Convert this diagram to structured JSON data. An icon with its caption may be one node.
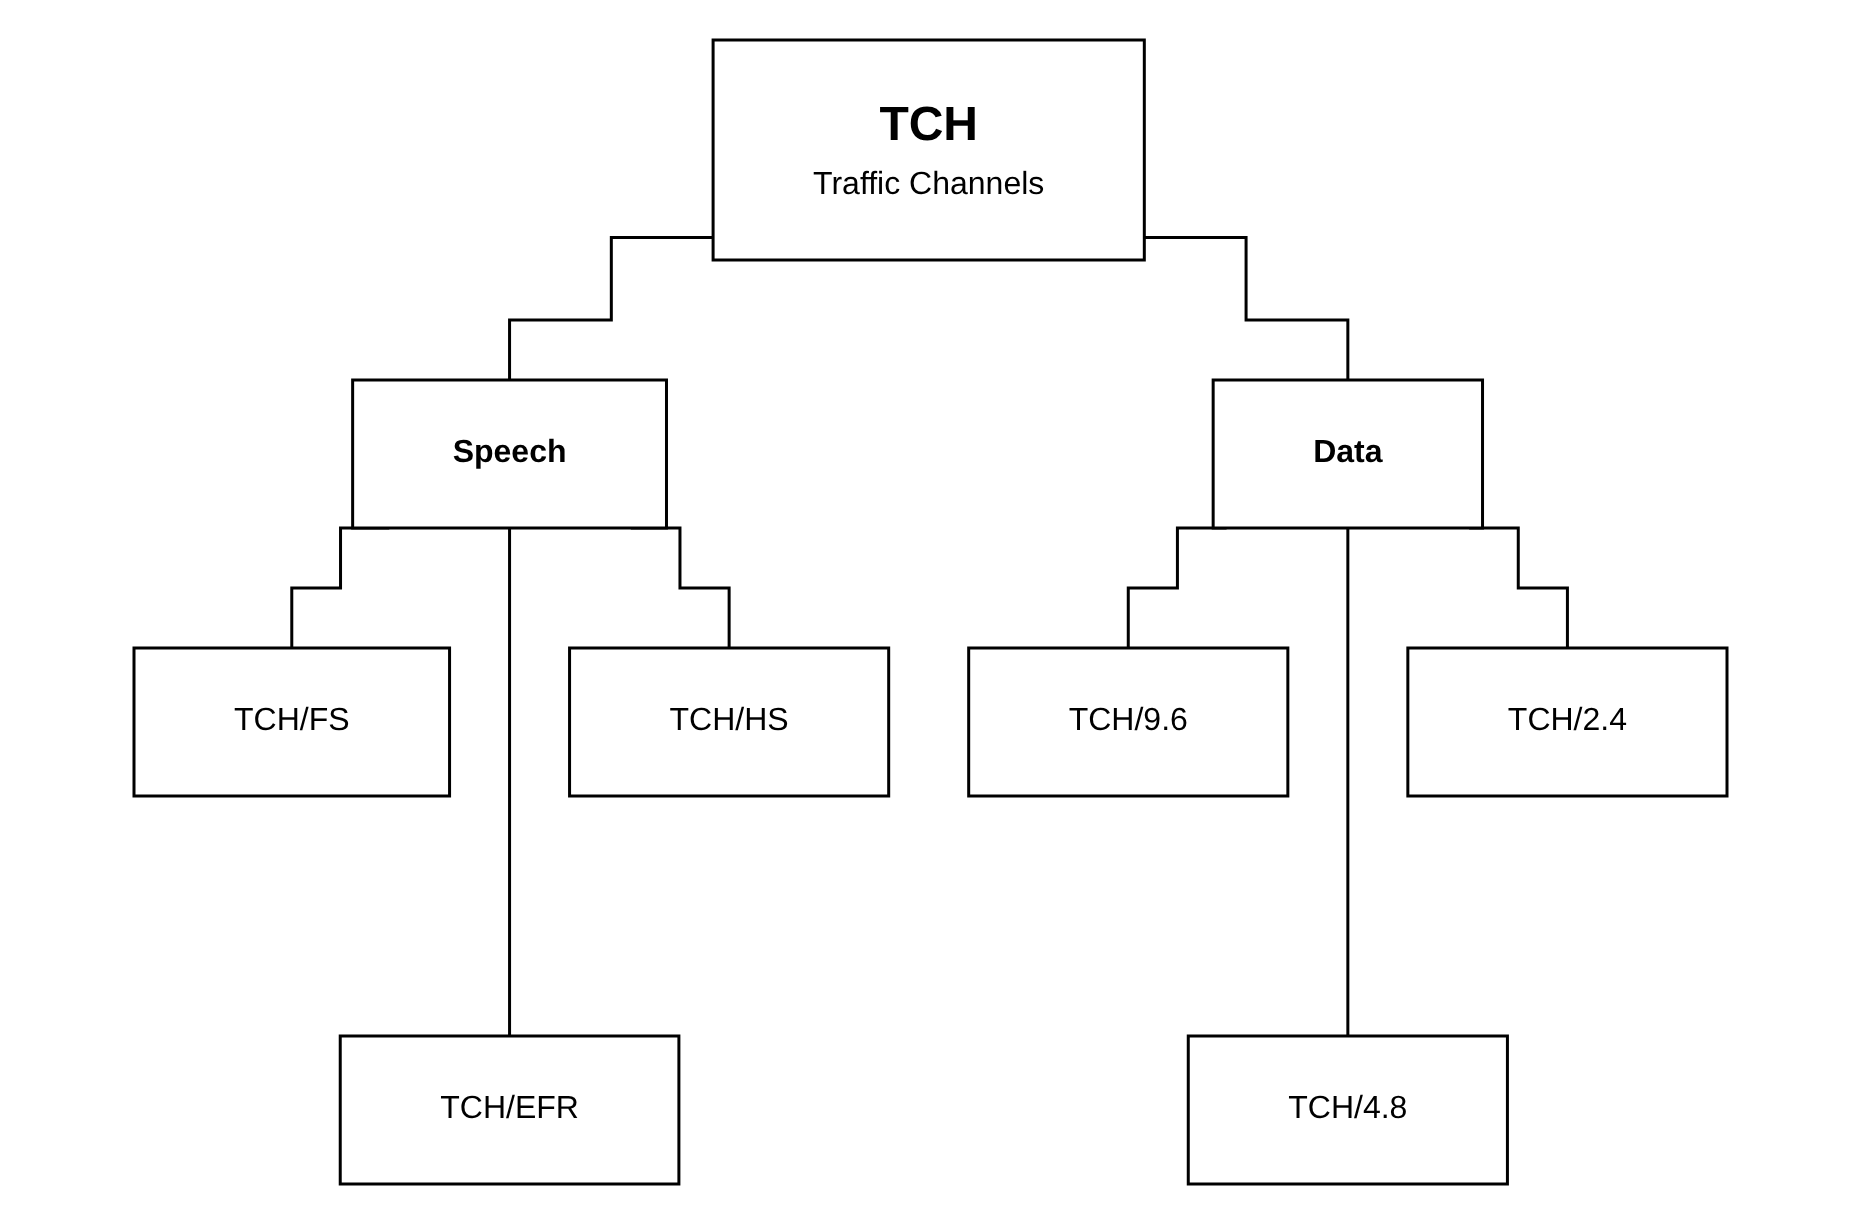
{
  "diagram": {
    "nodes": [
      {
        "text": [
          "TCH",
          "Traffic Channels"
        ]
      },
      {
        "text": [
          "Speech"
        ]
      },
      {
        "text": [
          "Data"
        ]
      },
      {
        "text": [
          "TCH/FS"
        ]
      },
      {
        "text": [
          "TCH/EFR"
        ]
      },
      {
        "text": [
          "TCH/HS"
        ]
      },
      {
        "text": [
          "TCH/9.6"
        ]
      },
      {
        "text": [
          "TCH/4.8"
        ]
      },
      {
        "text": [
          "TCH/2.4"
        ]
      }
    ],
    "edges": [
      {
        "from": 0,
        "to": 1,
        "arrow": "none"
      },
      {
        "from": 0,
        "to": 2,
        "arrow": "none"
      },
      {
        "from": 1,
        "to": 3,
        "arrow": "none"
      },
      {
        "from": 1,
        "to": 4,
        "arrow": "none"
      },
      {
        "from": 1,
        "to": 5,
        "arrow": "none"
      },
      {
        "from": 2,
        "to": 6,
        "arrow": "none"
      },
      {
        "from": 2,
        "to": 7,
        "arrow": "none"
      },
      {
        "from": 2,
        "to": 8,
        "arrow": "none"
      }
    ]
  }
}
